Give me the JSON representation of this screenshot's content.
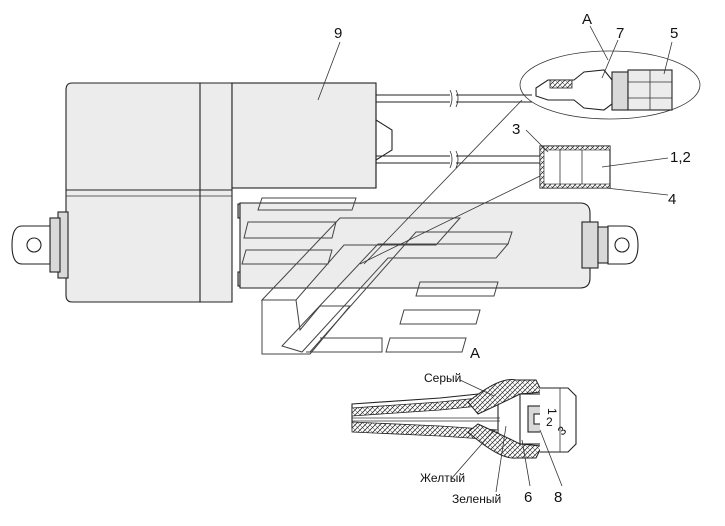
{
  "labels": {
    "view_a_top": "А",
    "view_a_bottom": "А",
    "callout_9": "9",
    "callout_7": "7",
    "callout_5": "5",
    "callout_3": "3",
    "callout_1_2": "1,2",
    "callout_4": "4",
    "callout_6": "6",
    "callout_8": "8"
  },
  "wire_labels": {
    "gray": "Серый",
    "yellow": "Желтый",
    "green": "Зеленый"
  },
  "pin_numbers": [
    "1",
    "2",
    "3"
  ]
}
